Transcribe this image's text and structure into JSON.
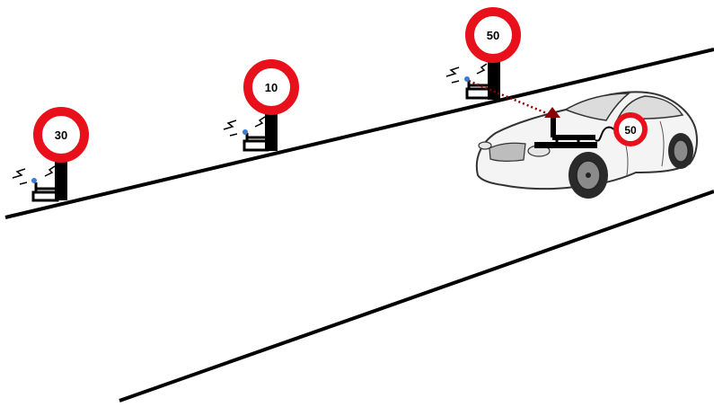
{
  "colors": {
    "sign_ring": "#e8101a",
    "sign_fill": "#ffffff",
    "road_line": "#000000",
    "beacon_dot": "#3a7bd5",
    "signal_link": "#8b0000",
    "car_body": "#f4f4f4",
    "car_outline": "#333333"
  },
  "signs": [
    {
      "id": "sign-30",
      "speed_limit": "30"
    },
    {
      "id": "sign-10",
      "speed_limit": "10"
    },
    {
      "id": "sign-50",
      "speed_limit": "50"
    }
  ],
  "vehicle": {
    "onboard_display": "50",
    "icon": "car-icon",
    "receiver_icon": "antenna-receiver-icon"
  },
  "transmitter_icon": "radio-transmitter-icon"
}
